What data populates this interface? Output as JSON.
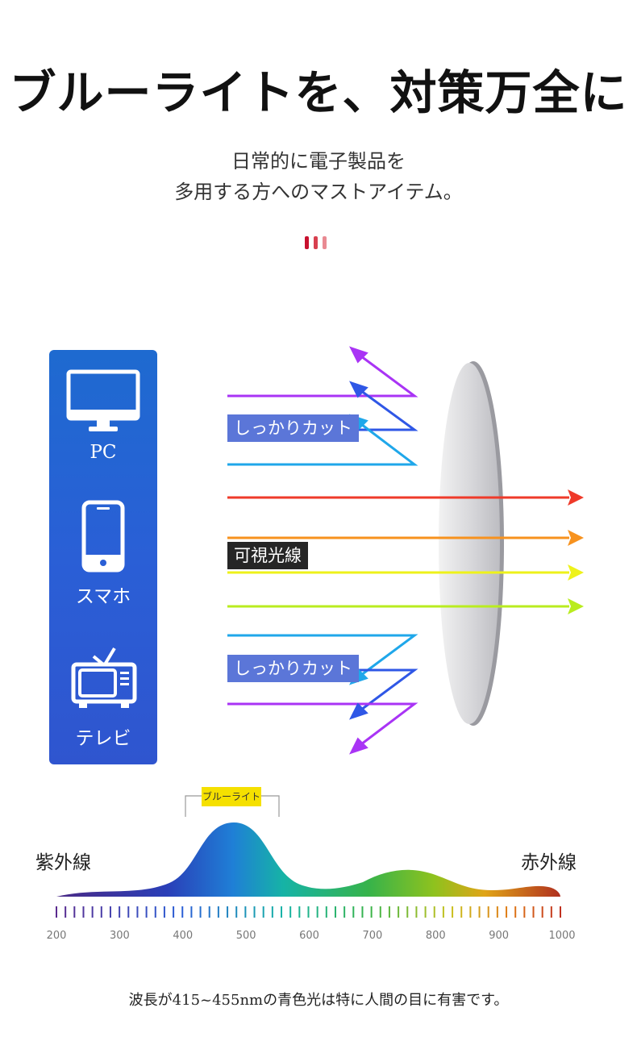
{
  "title": "ブルーライトを、対策万全に",
  "subtitle_line1": "日常的に電子製品を",
  "subtitle_line2": "多用する方へのマストアイテム。",
  "devices": [
    {
      "label": "PC",
      "icon": "monitor-icon"
    },
    {
      "label": "スマホ",
      "icon": "smartphone-icon"
    },
    {
      "label": "テレビ",
      "icon": "tv-icon"
    }
  ],
  "tags": {
    "cut_top": "しっかりカット",
    "visible": "可視光線",
    "cut_bottom": "しっかりカット"
  },
  "spectrum": {
    "uv_label": "紫外線",
    "ir_label": "赤外線",
    "bluelight_label": "ブルーライト",
    "axis_ticks": [
      "200",
      "300",
      "400",
      "500",
      "600",
      "700",
      "800",
      "900",
      "1000"
    ]
  },
  "footer": "波長が415~455nmの青色光は特に人間の目に有害です。",
  "colors": {
    "panel_blue": "#2a5fd6",
    "red_accent": "#c8102e"
  }
}
